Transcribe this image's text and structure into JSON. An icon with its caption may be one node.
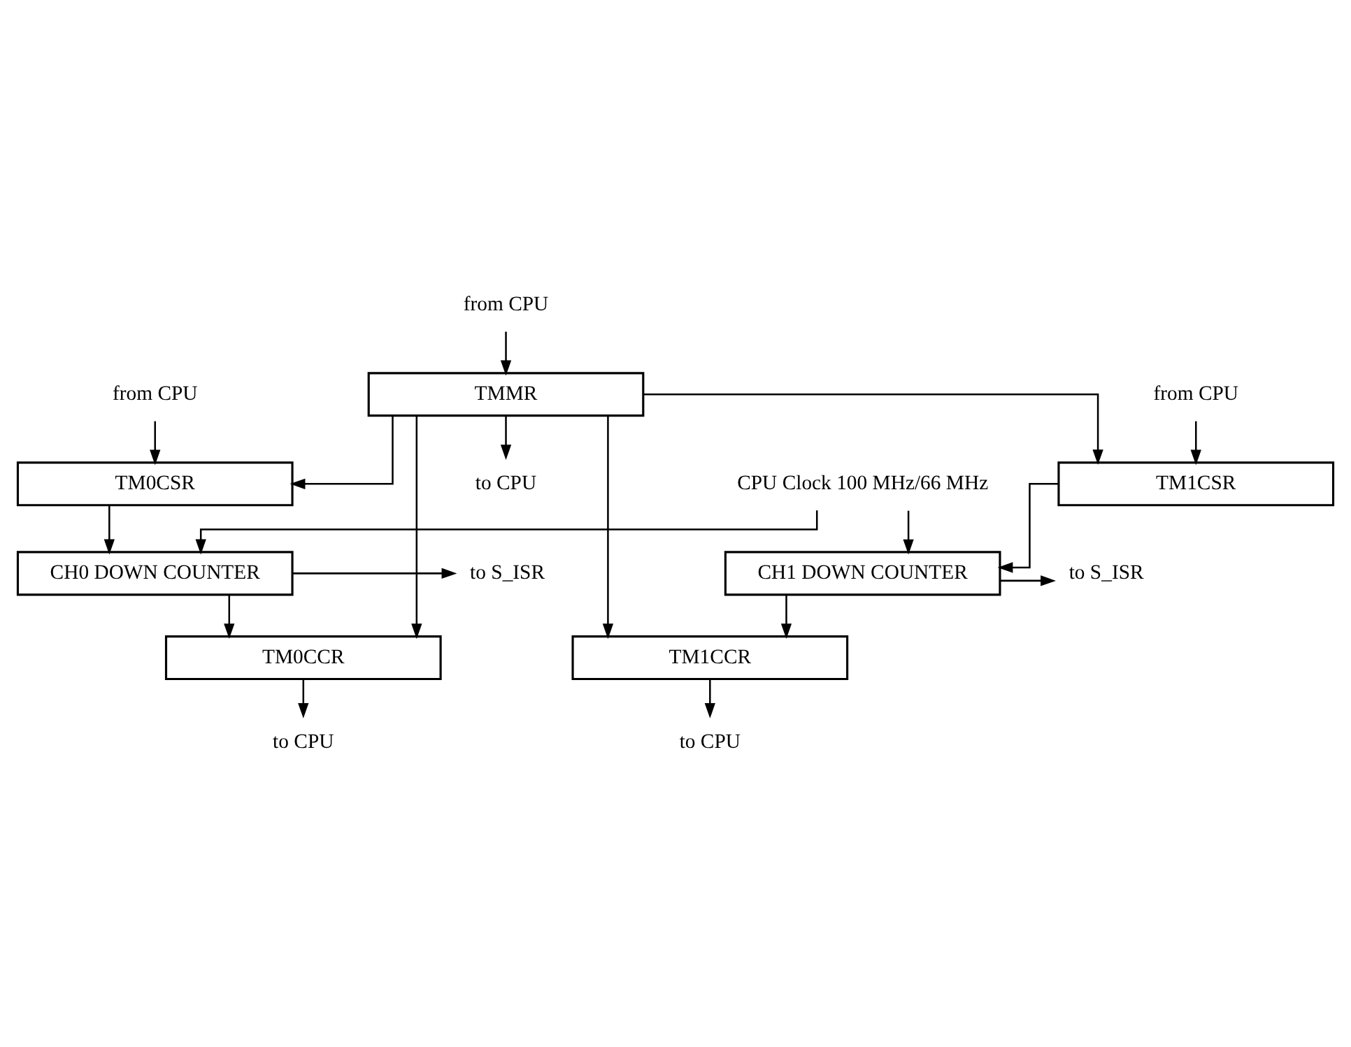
{
  "diagram": {
    "nodes": [
      {
        "text": [
          "from CPU"
        ]
      },
      {
        "text": [
          "TMMR"
        ]
      },
      {
        "text": [
          "to CPU"
        ]
      },
      {
        "text": [
          "from CPU"
        ]
      },
      {
        "text": [
          "TM0CSR"
        ]
      },
      {
        "text": [
          "CH0 DOWN COUNTER"
        ]
      },
      {
        "text": [
          "to S_ISR"
        ]
      },
      {
        "text": [
          "TM0CCR"
        ]
      },
      {
        "text": [
          "CPU Clock 100 MHz/66 MHz"
        ]
      },
      {
        "text": [
          "to CPU"
        ]
      },
      {
        "text": [
          "from CPU"
        ]
      },
      {
        "text": [
          "TM1CSR"
        ]
      },
      {
        "text": [
          "CH1 DOWN COUNTER"
        ]
      },
      {
        "text": [
          "to S_ISR"
        ]
      },
      {
        "text": [
          "TM1CCR"
        ]
      },
      {
        "text": [
          "to CPU"
        ]
      }
    ],
    "edges": [
      {
        "from": 0,
        "to": 1,
        "arrow": "to"
      },
      {
        "from": 1,
        "to": 2,
        "arrow": "to"
      },
      {
        "from": 3,
        "to": 4,
        "arrow": "to"
      },
      {
        "from": 4,
        "to": 5,
        "arrow": "to"
      },
      {
        "from": 5,
        "to": 6,
        "arrow": "to"
      },
      {
        "from": 5,
        "to": 7,
        "arrow": "to"
      },
      {
        "from": 7,
        "to": 9,
        "arrow": "to"
      },
      {
        "from": 10,
        "to": 11,
        "arrow": "to"
      },
      {
        "from": 11,
        "to": 12,
        "arrow": "to"
      },
      {
        "from": 12,
        "to": 13,
        "arrow": "to"
      },
      {
        "from": 12,
        "to": 14,
        "arrow": "to"
      },
      {
        "from": 14,
        "to": 15,
        "arrow": "to"
      },
      {
        "from": 8,
        "to": 5,
        "arrow": "to"
      },
      {
        "from": 8,
        "to": 12,
        "arrow": "to"
      },
      {
        "from": 1,
        "to": 4,
        "arrow": "to"
      },
      {
        "from": 1,
        "to": 7,
        "arrow": "to"
      },
      {
        "from": 1,
        "to": 11,
        "arrow": "to"
      },
      {
        "from": 1,
        "to": 14,
        "arrow": "to"
      }
    ]
  }
}
